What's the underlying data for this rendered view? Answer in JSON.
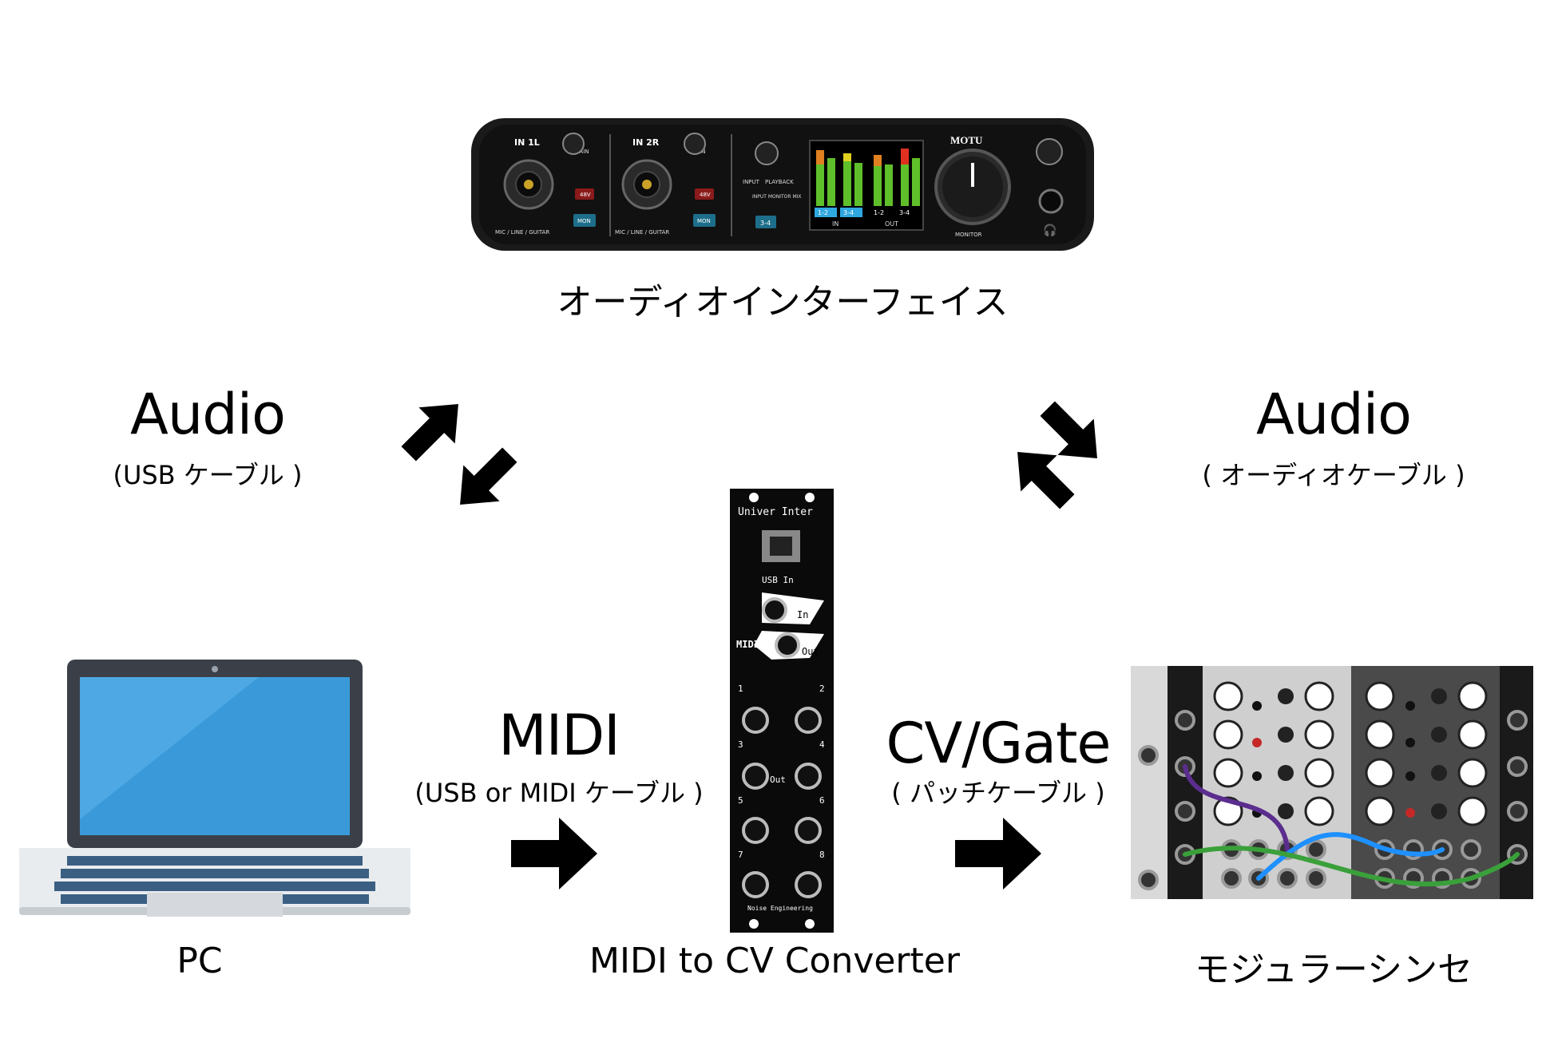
{
  "devices": {
    "audio_interface": {
      "caption": "オーディオインターフェイス",
      "brand": "MOTU",
      "panel": {
        "in1": "IN 1L",
        "in2": "IN 2R",
        "gain": "GAIN",
        "mic_line_guitar": "MIC / LINE / GUITAR",
        "phantom": "48V",
        "mon": "MON",
        "input": "INPUT",
        "playback": "PLAYBACK",
        "input_monitor_mix": "INPUT MONITOR MIX",
        "mix_value": "3-4",
        "meter_in_1_2": "1-2",
        "meter_in_3_4": "3-4",
        "meter_out_1_2": "1-2",
        "meter_out_3_4": "3-4",
        "meter_in": "IN",
        "meter_out": "OUT",
        "monitor": "MONITOR"
      }
    },
    "pc": {
      "caption": "PC"
    },
    "converter": {
      "caption": "MIDI to CV Converter",
      "panel": {
        "header": "Univer Inter",
        "usb_in": "USB In",
        "midi": "MIDI",
        "midi_in": "In",
        "midi_out": "Out",
        "out": "Out",
        "n1": "1",
        "n2": "2",
        "n3": "3",
        "n4": "4",
        "n5": "5",
        "n6": "6",
        "n7": "7",
        "n8": "8",
        "maker": "Noise Engineering"
      }
    },
    "modular": {
      "caption": "モジュラーシンセ"
    }
  },
  "links": {
    "left_audio": {
      "title": "Audio",
      "subtitle": "(USB ケーブル )"
    },
    "right_audio": {
      "title": "Audio",
      "subtitle": "( オーディオケーブル )"
    },
    "midi": {
      "title": "MIDI",
      "subtitle": "(USB or MIDI ケーブル )"
    },
    "cv": {
      "title": "CV/Gate",
      "subtitle": "( パッチケーブル )"
    }
  },
  "colors": {
    "arrow": "#000000",
    "laptop_screen": "#3a9ad9",
    "interface_accent": "#2fa7e0",
    "patch_purple": "#5b2d8e",
    "patch_blue": "#1e90ff",
    "patch_green": "#3aa03a"
  }
}
